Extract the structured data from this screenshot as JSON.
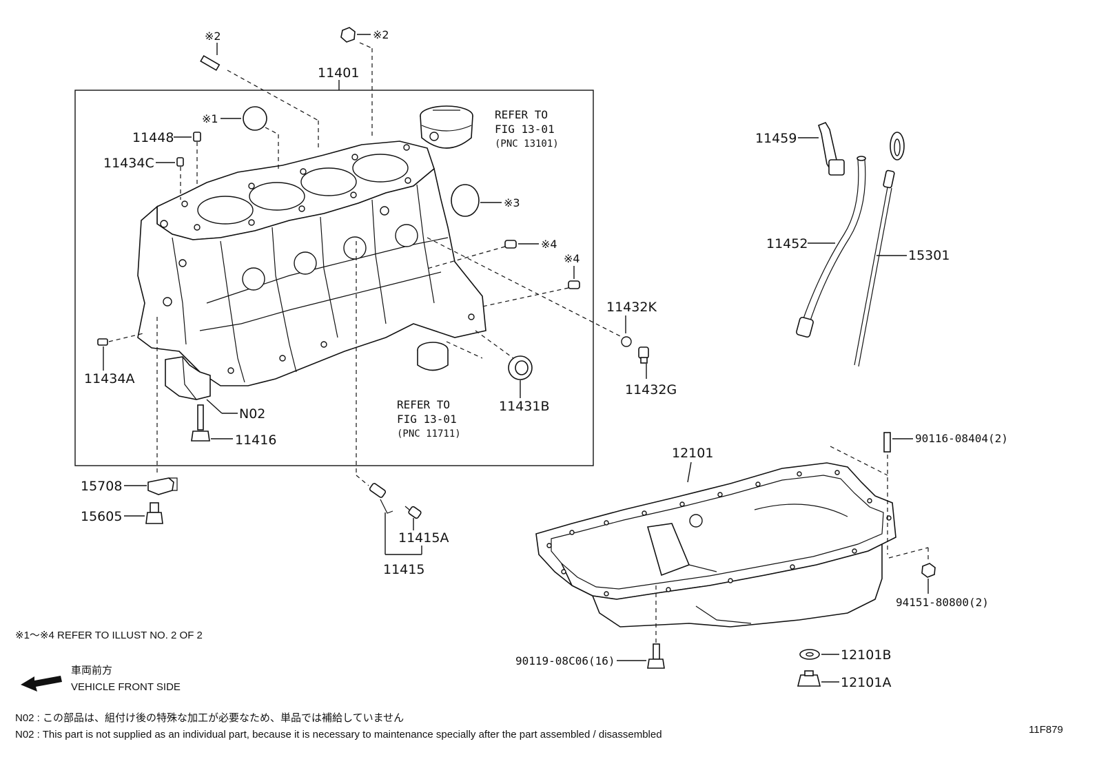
{
  "labels": {
    "l11401": "11401",
    "l11448": "11448",
    "l11434C": "11434C",
    "l11434A": "11434A",
    "lN02": "N02",
    "l11416": "11416",
    "l15708": "15708",
    "l15605": "15605",
    "l11415A": "11415A",
    "l11415": "11415",
    "l11431B": "11431B",
    "l11432K": "11432K",
    "l11432G": "11432G",
    "l11459": "11459",
    "l11452": "11452",
    "l15301": "15301",
    "l12101": "12101",
    "l90116": "90116-08404(2)",
    "l94151": "94151-80800(2)",
    "l90119": "90119-08C06(16)",
    "l12101B": "12101B",
    "l12101A": "12101A",
    "star1": "※1",
    "star2a": "※2",
    "star2b": "※2",
    "star3": "※3",
    "star4a": "※4",
    "star4b": "※4"
  },
  "refs": {
    "piston": {
      "line1": "REFER TO",
      "line2": "FIG 13-01",
      "line3": "(PNC 13101)"
    },
    "bearing": {
      "line1": "REFER TO",
      "line2": "FIG 13-01",
      "line3": "(PNC 11711)"
    }
  },
  "notes": {
    "refer_illust": "※1～※4  REFER TO ILLUST NO. 2 OF 2",
    "front_jp": "車両前方",
    "front_en": "VEHICLE FRONT SIDE",
    "n02_jp": "N02 : この部品は、組付け後の特殊な加工が必要なため、単品では補給していません",
    "n02_en": "N02 : This part is not supplied as an individual part, because it is necessary to maintenance specially after the part assembled / disassembled",
    "figure_id": "11F879"
  }
}
